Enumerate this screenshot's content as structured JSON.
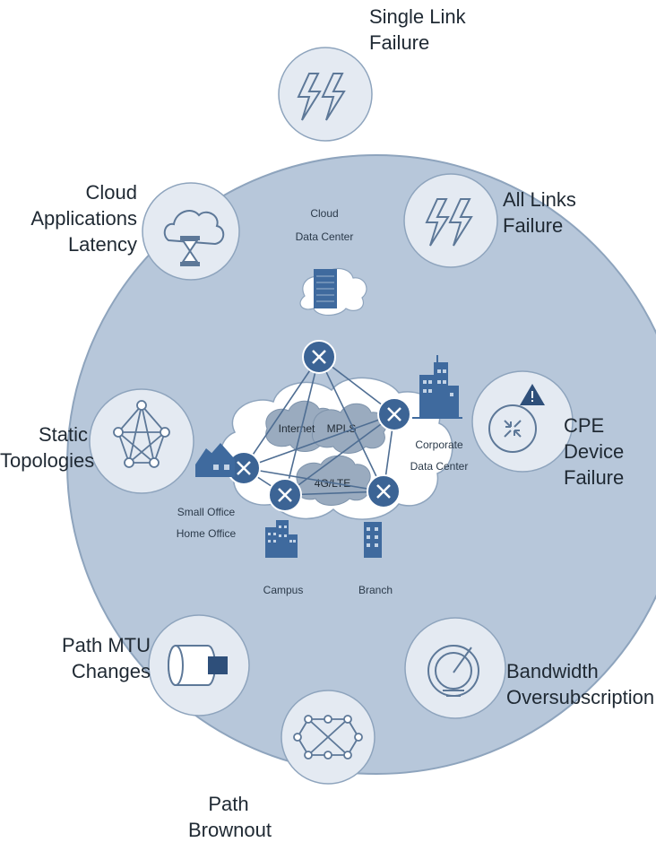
{
  "colors": {
    "big_circle": "#b7c7da",
    "big_circle_stroke": "#8ea4bd",
    "outer_circle": "#e4eaf2",
    "outer_circle_stroke": "#8ea4bd",
    "icon_stroke": "#5d7898",
    "cloud_fill": "#ffffff",
    "network_cloud": "#9aabbf",
    "router": "#3c6495",
    "building": "#3f6a9e",
    "text": "#1f2933",
    "warning": "#2e4f7a"
  },
  "scenarios": {
    "single_link_failure": {
      "lines": [
        "Single Link",
        "Failure"
      ],
      "icon": "lightning-bolt-icon"
    },
    "all_links_failure": {
      "lines": [
        "All Links",
        "Failure"
      ],
      "icon": "lightning-bolt-icon"
    },
    "cpe_device_failure": {
      "lines": [
        "CPE Device",
        "Failure"
      ],
      "icon": "router-warning-icon"
    },
    "bandwidth_oversubscription": {
      "lines": [
        "Bandwidth",
        "Oversubscription"
      ],
      "icon": "gauge-icon"
    },
    "path_brownout": {
      "lines": [
        "Path",
        "Brownout"
      ],
      "icon": "mesh-network-icon"
    },
    "path_mtu_changes": {
      "lines": [
        "Path MTU",
        "Changes"
      ],
      "icon": "cable-icon"
    },
    "static_topologies": {
      "lines": [
        "Static",
        "Topologies"
      ],
      "icon": "pentagon-topology-icon"
    },
    "cloud_applications_latency": {
      "lines": [
        "Cloud",
        "Applications",
        "Latency"
      ],
      "icon": "cloud-hourglass-icon"
    }
  },
  "sites": {
    "cloud_dc": [
      "Cloud",
      "Data Center"
    ],
    "corporate_dc": [
      "Corporate",
      "Data Center"
    ],
    "small_office": [
      "Small Office",
      "Home Office"
    ],
    "campus": "Campus",
    "branch": "Branch"
  },
  "transports": {
    "internet": "Internet",
    "mpls": "MPLS",
    "lte": "4G/LTE"
  }
}
